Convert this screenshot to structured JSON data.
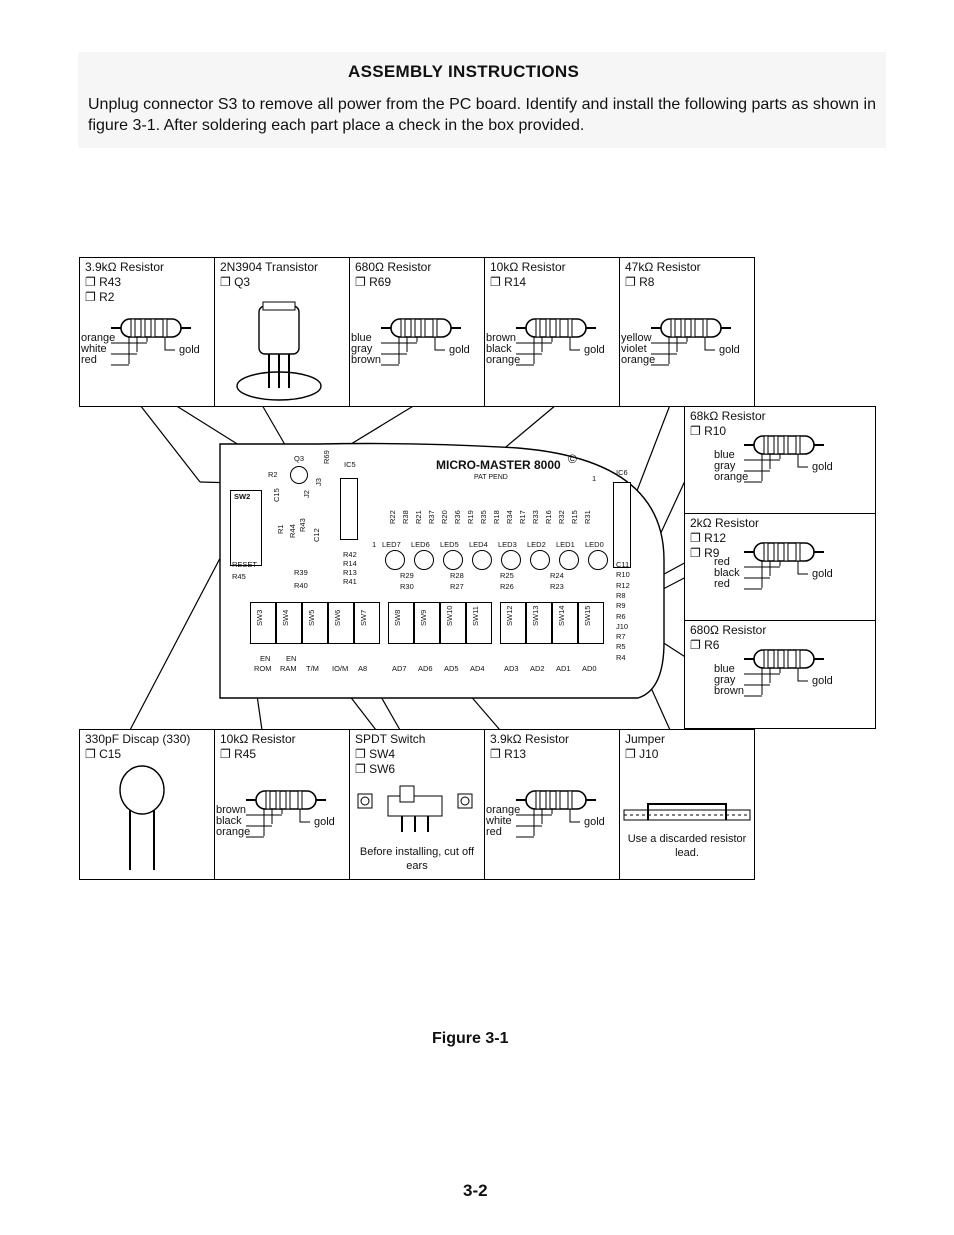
{
  "header": {
    "title": "ASSEMBLY INSTRUCTIONS",
    "body": "Unplug connector S3 to remove all power from the PC board. Identify and install the following parts as shown in figure 3-1. After soldering each part place a check in the box provided."
  },
  "checkbox_glyph": "❐",
  "top_boxes": [
    {
      "title": "3.9kΩ Resistor",
      "items": [
        "R43",
        "R2"
      ],
      "bands": [
        "orange",
        "white",
        "red"
      ],
      "tol": "gold"
    },
    {
      "title": "2N3904 Transistor",
      "items": [
        "Q3"
      ]
    },
    {
      "title": "680Ω Resistor",
      "items": [
        "R69"
      ],
      "bands": [
        "blue",
        "gray",
        "brown"
      ],
      "tol": "gold"
    },
    {
      "title": "10kΩ Resistor",
      "items": [
        "R14"
      ],
      "bands": [
        "brown",
        "black",
        "orange"
      ],
      "tol": "gold"
    },
    {
      "title": "47kΩ Resistor",
      "items": [
        "R8"
      ],
      "bands": [
        "yellow",
        "violet",
        "orange"
      ],
      "tol": "gold"
    }
  ],
  "right_boxes": [
    {
      "title": "68kΩ Resistor",
      "items": [
        "R10"
      ],
      "bands": [
        "blue",
        "gray",
        "orange"
      ],
      "tol": "gold"
    },
    {
      "title": "2kΩ Resistor",
      "items": [
        "R12",
        "R9"
      ],
      "bands": [
        "red",
        "black",
        "red"
      ],
      "tol": "gold"
    },
    {
      "title": "680Ω Resistor",
      "items": [
        "R6"
      ],
      "bands": [
        "blue",
        "gray",
        "brown"
      ],
      "tol": "gold"
    }
  ],
  "bottom_boxes": [
    {
      "title": "330pF Discap (330)",
      "items": [
        "C15"
      ]
    },
    {
      "title": "10kΩ Resistor",
      "items": [
        "R45"
      ],
      "bands": [
        "brown",
        "black",
        "orange"
      ],
      "tol": "gold"
    },
    {
      "title": "SPDT Switch",
      "items": [
        "SW4",
        "SW6"
      ],
      "caption": "Before installing, cut off ears"
    },
    {
      "title": "3.9kΩ Resistor",
      "items": [
        "R13"
      ],
      "bands": [
        "orange",
        "white",
        "red"
      ],
      "tol": "gold"
    },
    {
      "title": "Jumper",
      "items": [
        "J10"
      ],
      "caption": "Use a discarded resistor lead."
    }
  ],
  "pcb": {
    "title": "MICRO-MASTER 8000",
    "copyright": "©",
    "pat": "PAT PEND",
    "ic5": "IC5",
    "ic6": "IC6",
    "one_a": "1",
    "one_b": "1",
    "sw2": "SW2",
    "q3": "Q3",
    "r69": "R69",
    "j3": "J3",
    "j2": "J2",
    "r2": "R2",
    "c15": "C15",
    "r1": "R1",
    "r44": "R44",
    "r43": "R43",
    "c12": "C12",
    "reset": "RESET",
    "r45": "R45",
    "r39": "R39",
    "r40": "R40",
    "left_res": [
      "R42",
      "R14",
      "R13",
      "R41"
    ],
    "top_res": [
      "R22",
      "R38",
      "R21",
      "R37",
      "R20",
      "R36",
      "R19",
      "R35",
      "R18",
      "R34",
      "R17",
      "R33",
      "R16",
      "R32",
      "R15",
      "R31"
    ],
    "leds": [
      "LED7",
      "LED6",
      "LED5",
      "LED4",
      "LED3",
      "LED2",
      "LED1",
      "LED0"
    ],
    "mid_top": [
      "R29",
      "R28",
      "R25",
      "R24"
    ],
    "mid_bot": [
      "R30",
      "R27",
      "R26",
      "R23"
    ],
    "right_parts": [
      "C11",
      "R10",
      "R12",
      "R8",
      "R9",
      "R6",
      "J10",
      "R7",
      "R5",
      "R4"
    ],
    "switches": [
      "SW3",
      "SW4",
      "SW5",
      "SW6",
      "SW7",
      "SW8",
      "SW9",
      "SW10",
      "SW11",
      "SW12",
      "SW13",
      "SW14",
      "SW15"
    ],
    "sw_labels_top": [
      "EN",
      "EN",
      "",
      "",
      "",
      "",
      "",
      "",
      "",
      "",
      "",
      ""
    ],
    "sw_labels": [
      "ROM",
      "RAM",
      "T/M",
      "IO/M",
      "A8",
      "AD7",
      "AD6",
      "AD5",
      "AD4",
      "AD3",
      "AD2",
      "AD1",
      "AD0"
    ]
  },
  "figure_label": "Figure 3-1",
  "page_number": "3-2"
}
